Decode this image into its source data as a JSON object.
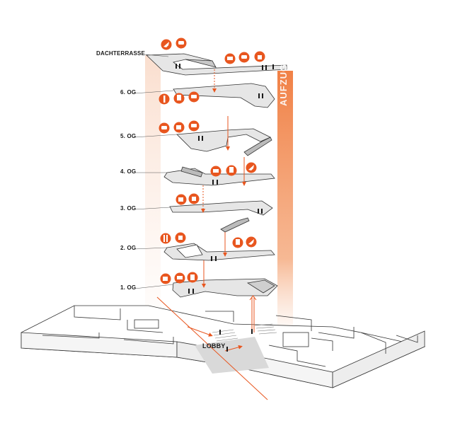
{
  "diagram": {
    "floors": [
      {
        "id": "dachterrasse",
        "label": "DACHTERRASSE"
      },
      {
        "id": "og6",
        "label": "6. OG"
      },
      {
        "id": "og5",
        "label": "5. OG"
      },
      {
        "id": "og4",
        "label": "4. OG"
      },
      {
        "id": "og3",
        "label": "3. OG"
      },
      {
        "id": "og2",
        "label": "2. OG"
      },
      {
        "id": "og1",
        "label": "1. OG"
      }
    ],
    "lobby_label": "LOBBY",
    "lift_label": "AUFZUG",
    "colors": {
      "accent": "#e8561f",
      "accent_light": "#f7c9ae",
      "slab_fill": "#e6e6e6",
      "line": "#333333"
    }
  }
}
